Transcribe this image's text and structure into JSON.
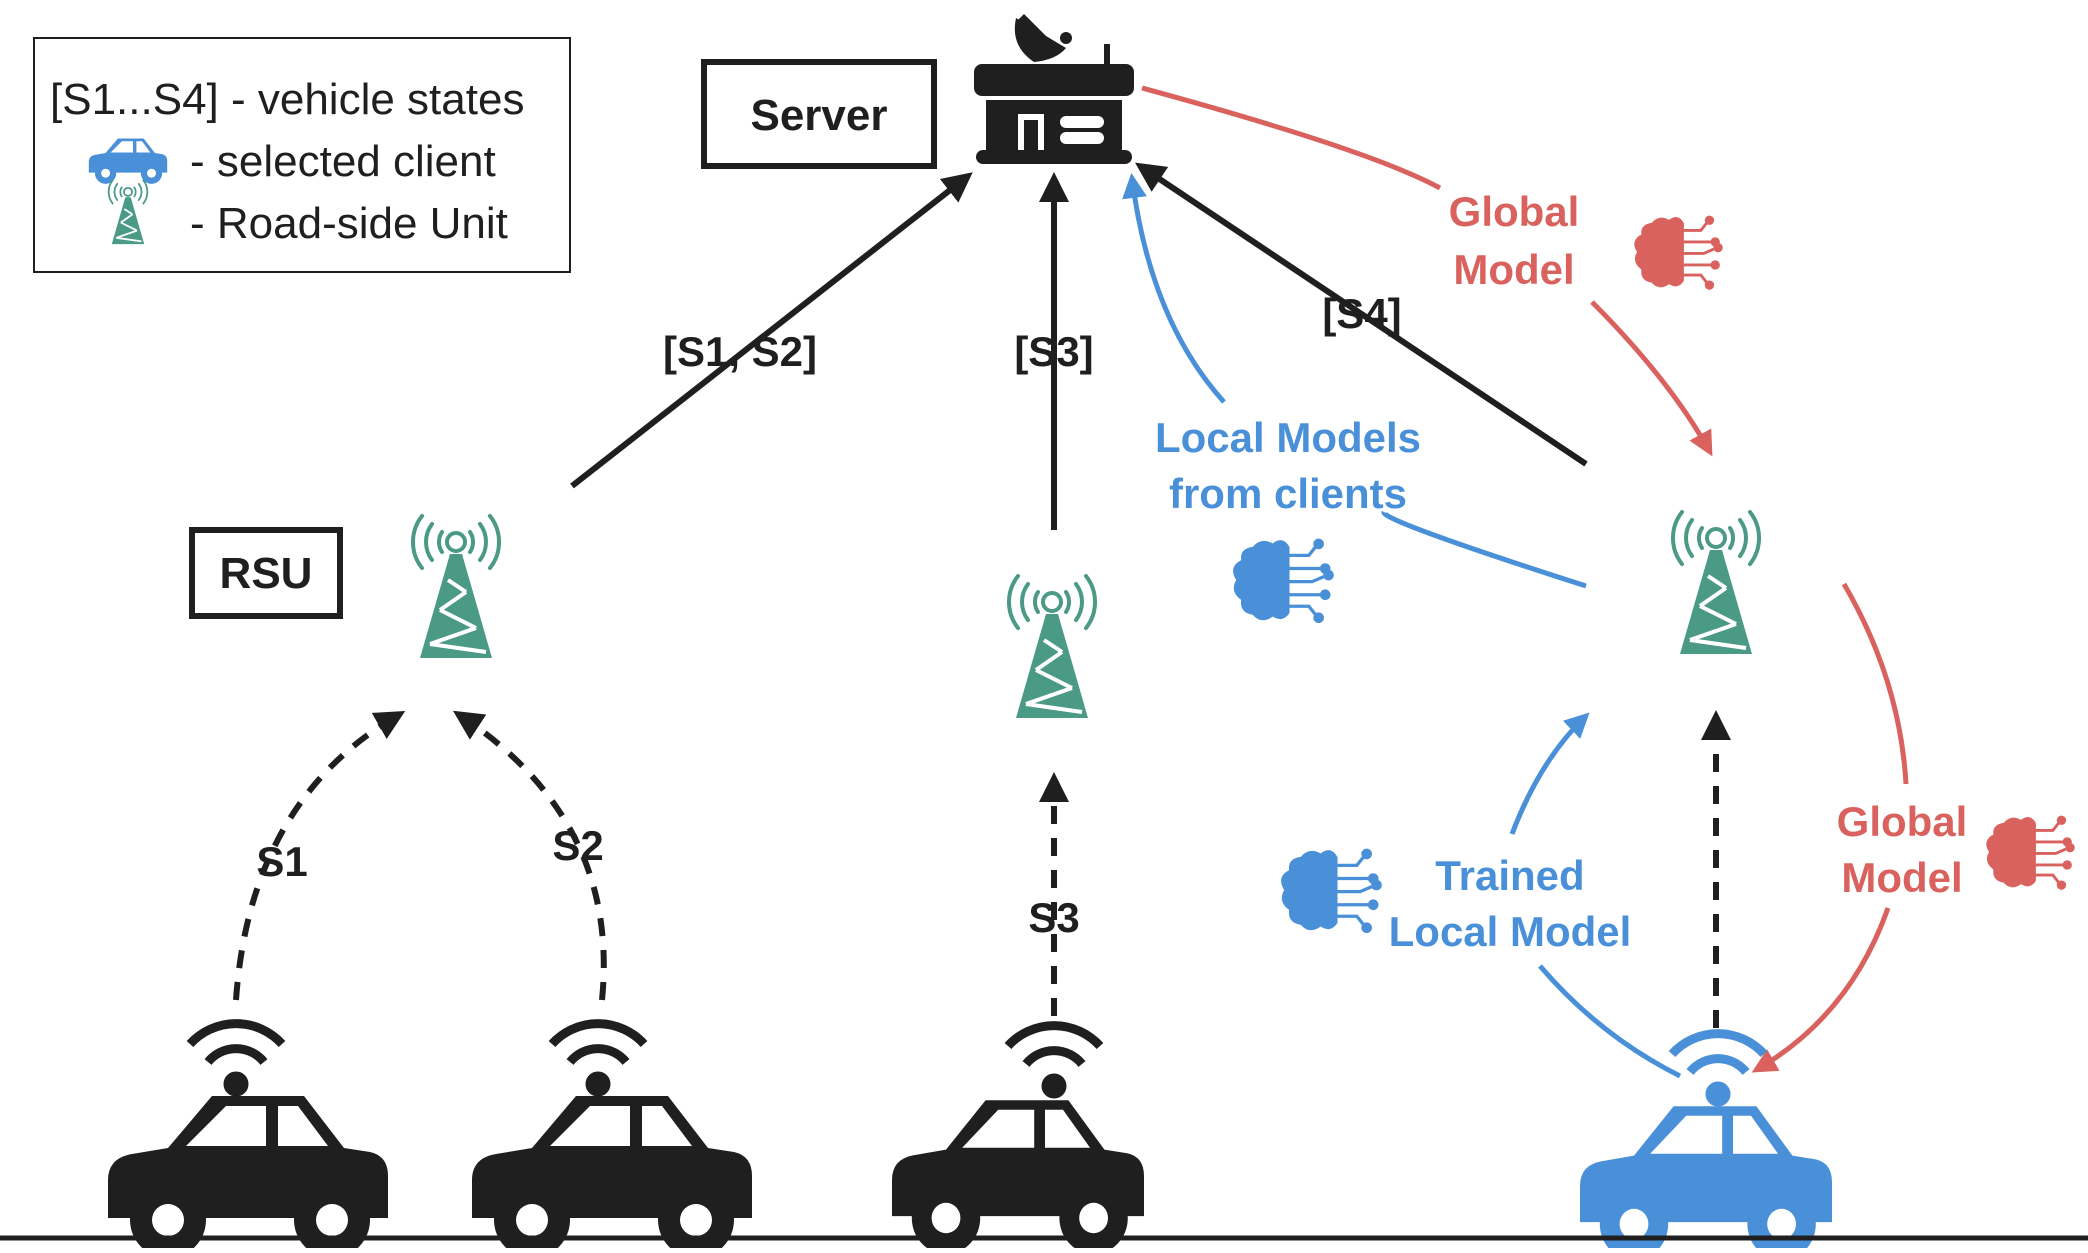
{
  "legend": {
    "states": "[S1...S4] - vehicle states",
    "selected_client": "- selected client",
    "rsu": "- Road-side Unit"
  },
  "boxes": {
    "server": "Server",
    "rsu": "RSU"
  },
  "labels": {
    "s1s2_group": "[S1, S2]",
    "s3_group": "[S3]",
    "s4_group": "[S4]",
    "s1": "S1",
    "s2": "S2",
    "s3": "S3",
    "local_models_line1": "Local Models",
    "local_models_line2": "from clients",
    "global_top_line1": "Global",
    "global_top_line2": "Model",
    "global_right_line1": "Global",
    "global_right_line2": "Model",
    "trained_line1": "Trained",
    "trained_line2": "Local Model"
  },
  "colors": {
    "black": "#1f1f1f",
    "blue": "#4a90d9",
    "red": "#d9625e",
    "teal": "#4a9a86"
  },
  "icons": [
    "server-building-icon",
    "satellite-dish-icon",
    "radio-tower-icon",
    "car-icon",
    "wifi-signal-icon",
    "brain-network-icon"
  ]
}
